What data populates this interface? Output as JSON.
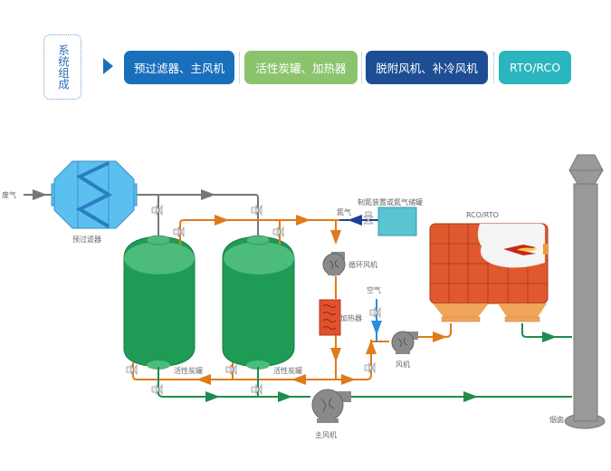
{
  "header": {
    "system_label": "系统组成",
    "steps": [
      {
        "label": "预过滤器、主风机",
        "color": "#1a6fbd"
      },
      {
        "label": "活性炭罐、加热器",
        "color": "#8cc46e"
      },
      {
        "label": "脱附风机、补冷风机",
        "color": "#1d4e93"
      },
      {
        "label": "RTO/RCO",
        "color": "#2bb5be"
      }
    ]
  },
  "diagram": {
    "labels": {
      "exhaust_in": "废气",
      "prefilter": "预过滤器",
      "carbon_tank_1": "活性炭罐",
      "carbon_tank_2": "活性炭罐",
      "nitrogen": "氮气",
      "nitrogen_device": "制氮装置或氮气储罐",
      "circulation_fan": "循环风机",
      "heater": "加热器",
      "air": "空气",
      "fan": "风机",
      "main_fan": "主风机",
      "rco_rto": "RCO/RTO",
      "chimney": "烟囱"
    },
    "colors": {
      "gray_pipe": "#777777",
      "orange_pipe": "#e07b1a",
      "green_pipe": "#1e8c4e",
      "blue_pipe": "#1f3f9a",
      "air_pipe": "#2a8fe0",
      "tank": "#1e9b55",
      "tank_top": "#4cbb7c",
      "filter": "#5bc0ef",
      "heater": "#e0522e",
      "nitrogen_box": "#5cc3d3",
      "rto_brick": "#e0592e",
      "rto_hopper": "#f0a45a",
      "chimney": "#999999",
      "fan": "#8a8a8a"
    }
  }
}
